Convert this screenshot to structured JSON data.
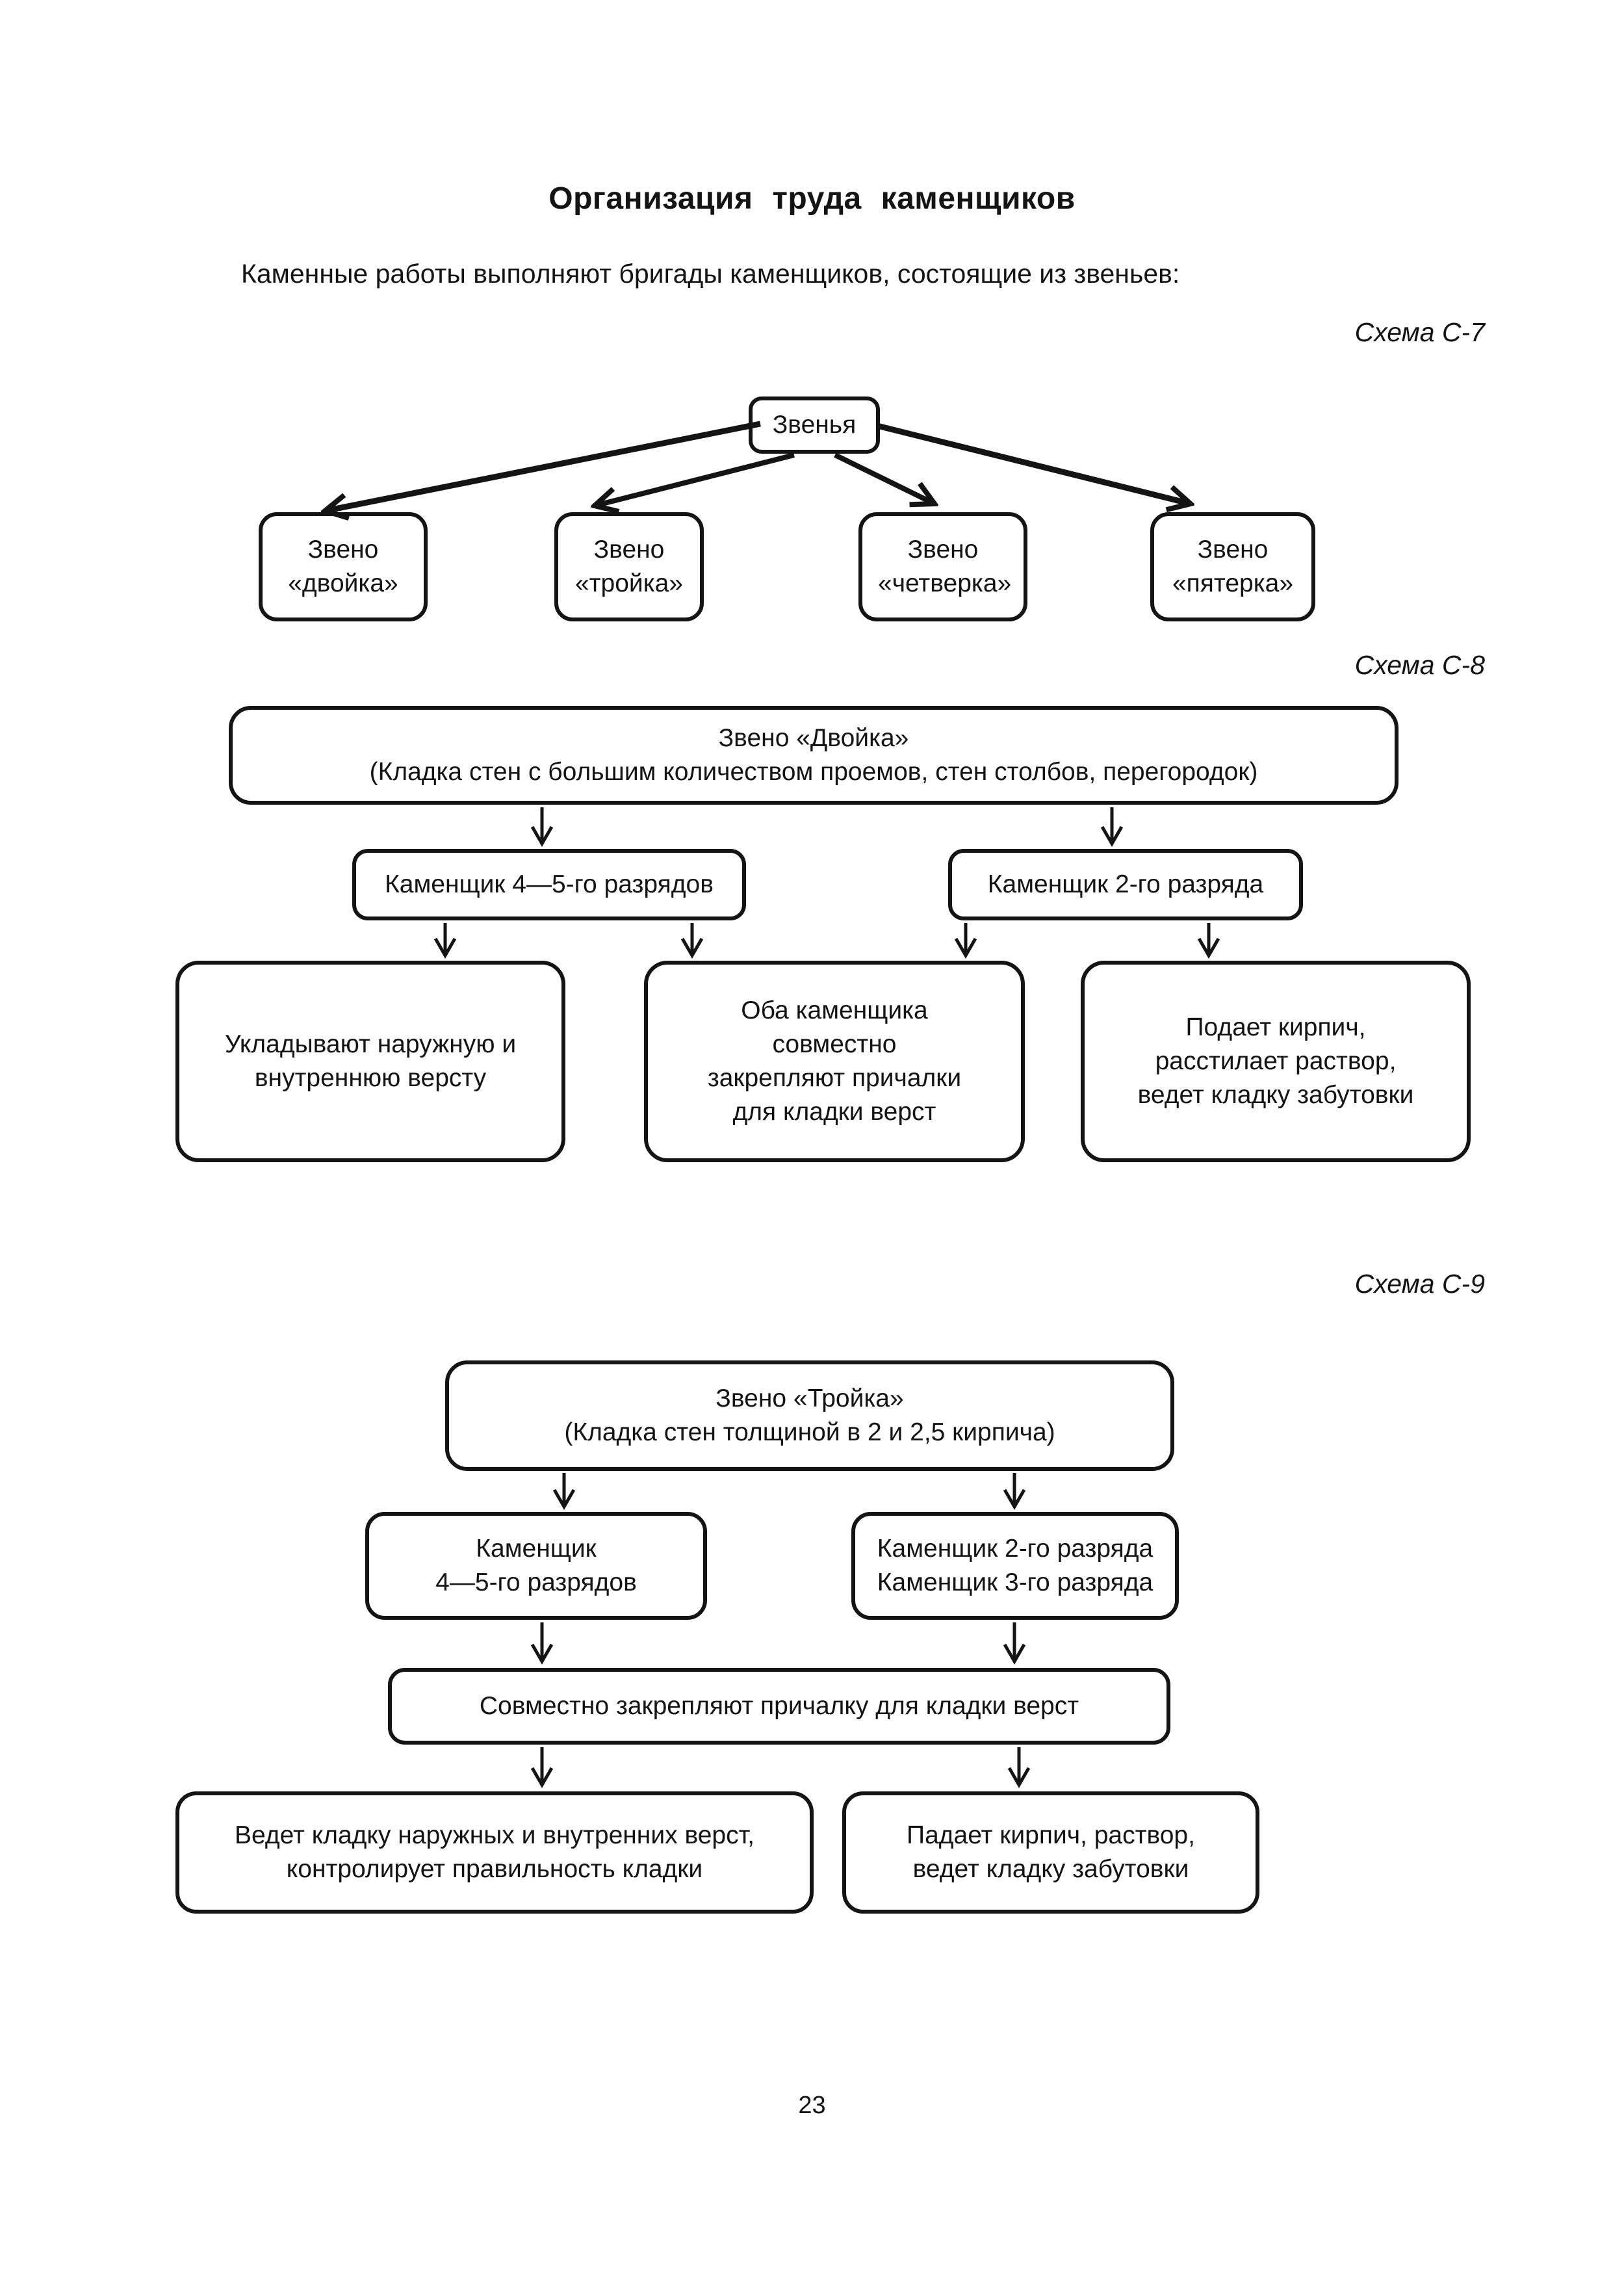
{
  "page": {
    "title": "Организация труда каменщиков",
    "intro": "Каменные работы выполняют бригады каменщиков, состоящие из звеньев:",
    "page_number": "23"
  },
  "colors": {
    "ink": "#141414",
    "paper": "#ffffff"
  },
  "schemes": {
    "c7": {
      "label": "Схема С-7",
      "root": "Звенья",
      "children": [
        "Звено «двойка»",
        "Звено «тройка»",
        "Звено «четверка»",
        "Звено «пятерка»"
      ]
    },
    "c8": {
      "label": "Схема С-8",
      "root_title": "Звено «Двойка»",
      "root_subtitle": "(Кладка стен с большим количеством проемов, стен столбов, перегородок)",
      "workers": [
        "Каменщик 4—5-го разрядов",
        "Каменщик 2-го разряда"
      ],
      "duties": [
        "Укладывают наружную и внутреннюю версту",
        "Оба каменщика совместно закрепляют причалки для кладки верст",
        "Подает кирпич, расстилает раствор, ведет кладку забутовки"
      ]
    },
    "c9": {
      "label": "Схема С-9",
      "root_title": "Звено «Тройка»",
      "root_subtitle": "(Кладка стен толщиной в 2 и 2,5 кирпича)",
      "worker_left_lines": [
        "Каменщик",
        "4—5-го разрядов"
      ],
      "worker_right_lines": [
        "Каменщик 2-го разряда",
        "Каменщик 3-го разряда"
      ],
      "joint_duty": "Совместно закрепляют причалку для кладки верст",
      "duty_left": "Ведет кладку наружных и внутренних верст, контролирует правильность кладки",
      "duty_right": "Падает кирпич, раствор, ведет кладку забутовки"
    }
  }
}
